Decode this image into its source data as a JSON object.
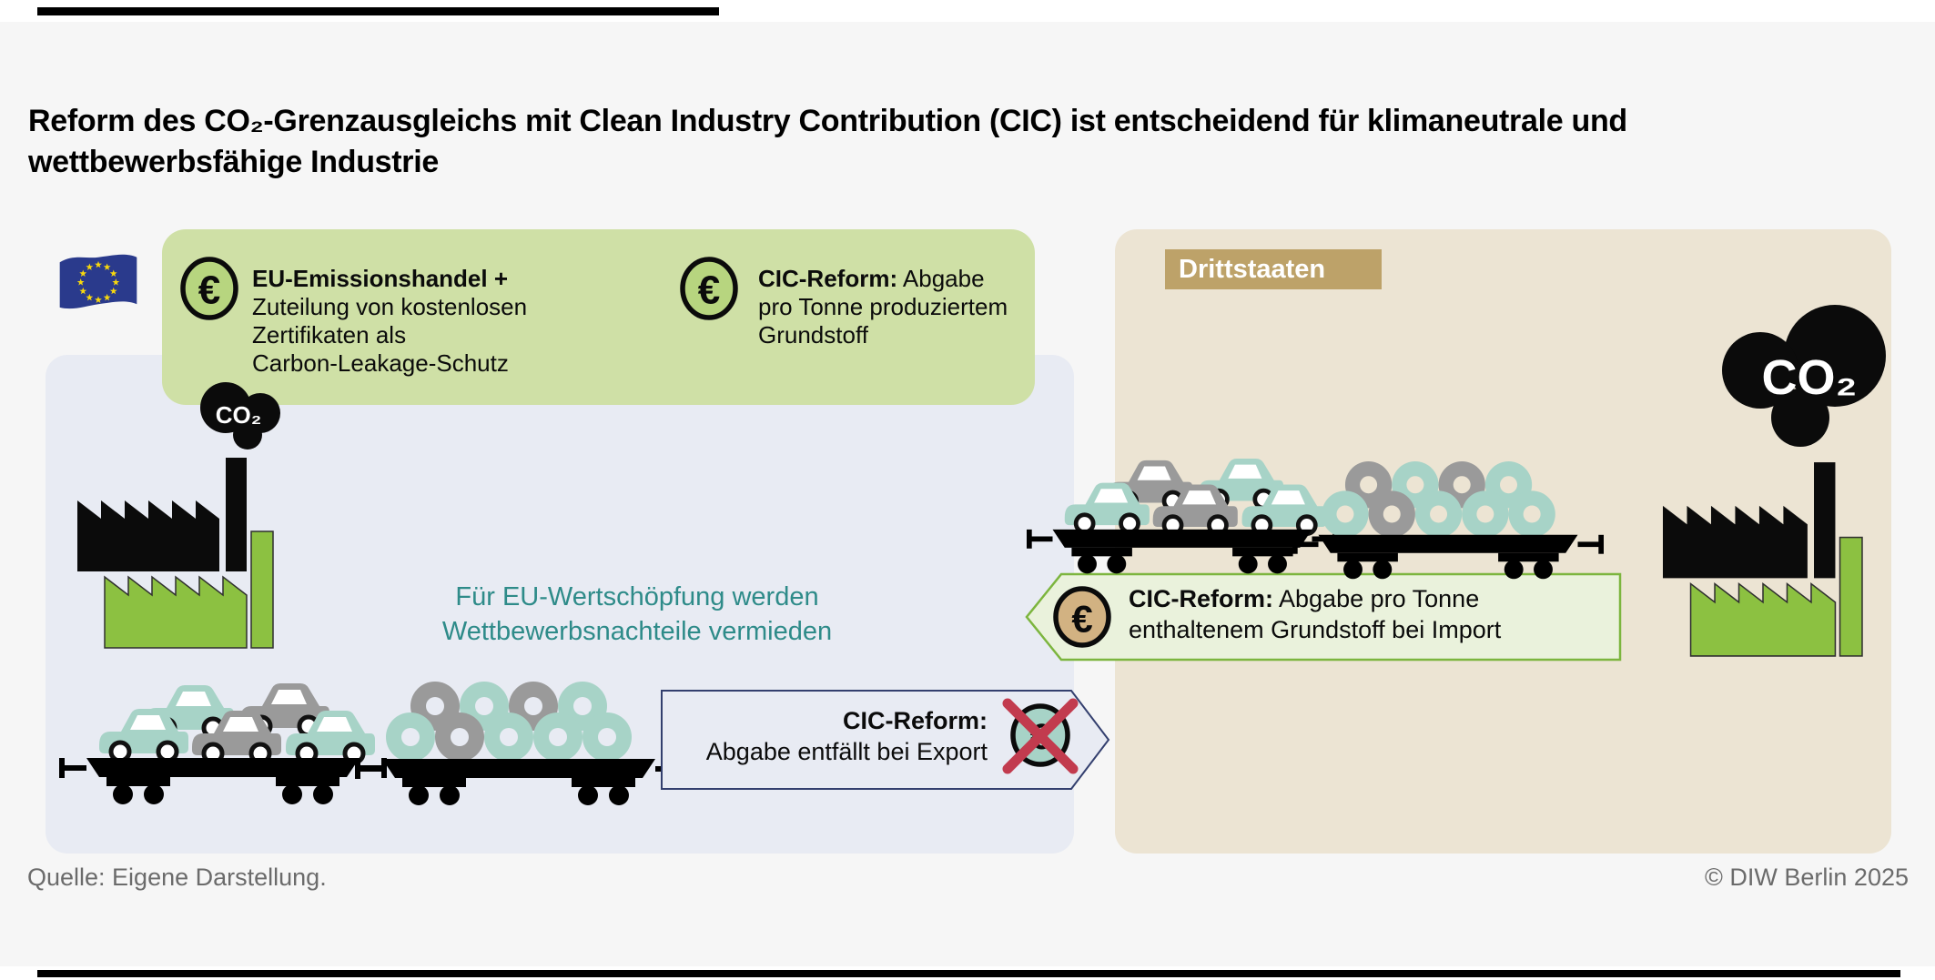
{
  "title": {
    "line1": "Reform des CO₂-Grenzausgleichs mit Clean Industry Contribution (CIC) ist entscheidend für klimaneutrale und",
    "line2": "wettbewerbsfähige Industrie"
  },
  "policy_box": {
    "ets_bold": "EU-Emissionshandel +",
    "ets_lines": [
      "Zuteilung von kostenlosen",
      "Zertifikaten als",
      "Carbon-Leakage-Schutz"
    ],
    "cic_bold": "CIC-Reform:",
    "cic_line1_rest": " Abgabe",
    "cic_lines": [
      "pro Tonne produziertem",
      "Grundstoff"
    ]
  },
  "eu_region": {
    "co2": "CO₂",
    "benefit_line1": "Für EU-Wertschöpfung werden",
    "benefit_line2": "Wettbewerbsnachteile vermieden"
  },
  "third_countries": {
    "label": "Drittstaaten",
    "co2": "CO₂"
  },
  "import_arrow": {
    "bold": "CIC-Reform:",
    "line1_rest": " Abgabe pro Tonne",
    "line2": "enthaltenem Grundstoff bei Import"
  },
  "export_arrow": {
    "bold": "CIC-Reform:",
    "line2": "Abgabe entfällt bei Export"
  },
  "icons": {
    "euro": "€"
  },
  "footer": {
    "source": "Quelle: Eigene Darstellung.",
    "copyright": "© DIW Berlin 2025"
  },
  "colors": {
    "accent_green": "#cfe0a6",
    "coin_green": "#b7d57f",
    "eu_panel": "#e8ebf3",
    "third_panel": "#ece4d3",
    "tan_label": "#bda269",
    "teal": "#2e8b89",
    "car_teal": "#a7d3c7",
    "car_gray": "#9a9a9a",
    "factory_green": "#8cc141",
    "arrow_border_blue": "#333f6e",
    "arrow_border_green": "#7cb53e",
    "cross_red": "#c23b4e",
    "coin_tan": "#d2b282"
  }
}
